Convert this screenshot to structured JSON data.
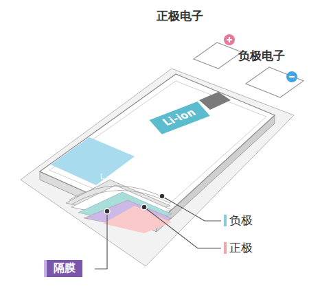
{
  "diagram": {
    "nodes": [
      {
        "text": [
          "Li-ion"
        ]
      },
      {
        "text": [
          "隔膜"
        ]
      }
    ],
    "labels": [
      "正极电子",
      "负极电子",
      "负极",
      "正极",
      "L"
    ]
  }
}
